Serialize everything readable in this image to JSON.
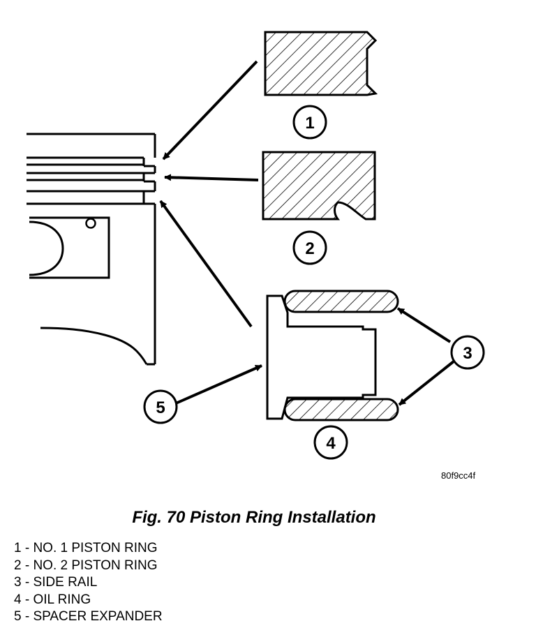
{
  "callouts": [
    {
      "number": "1"
    },
    {
      "number": "2"
    },
    {
      "number": "3"
    },
    {
      "number": "4"
    },
    {
      "number": "5"
    }
  ],
  "reference_code": "80f9cc4f",
  "caption": "Fig. 70 Piston Ring Installation",
  "legend": [
    "1 - NO. 1 PISTON RING",
    "2 - NO. 2 PISTON RING",
    "3 - SIDE RAIL",
    "4 - OIL RING",
    "5 - SPACER EXPANDER"
  ]
}
